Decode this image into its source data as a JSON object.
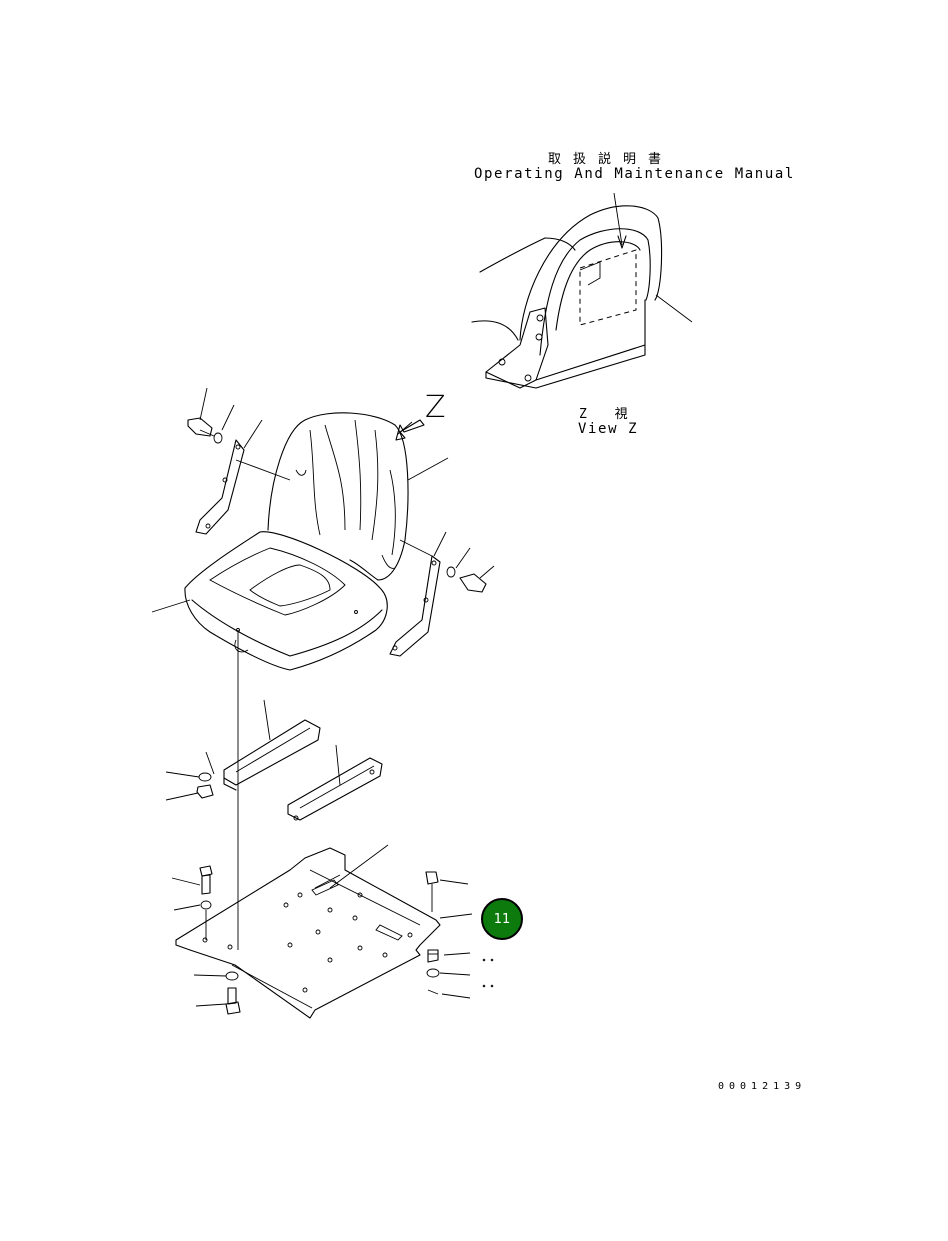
{
  "callout": {
    "title_jp": "取扱説明書",
    "title_en": "Operating And Maintenance Manual"
  },
  "view": {
    "label_jp": "Z 視",
    "label_en": "View Z",
    "arrow_label": "Z"
  },
  "part_badge": {
    "number": "11",
    "color": "#0d7a0d"
  },
  "document_number": "00012139"
}
